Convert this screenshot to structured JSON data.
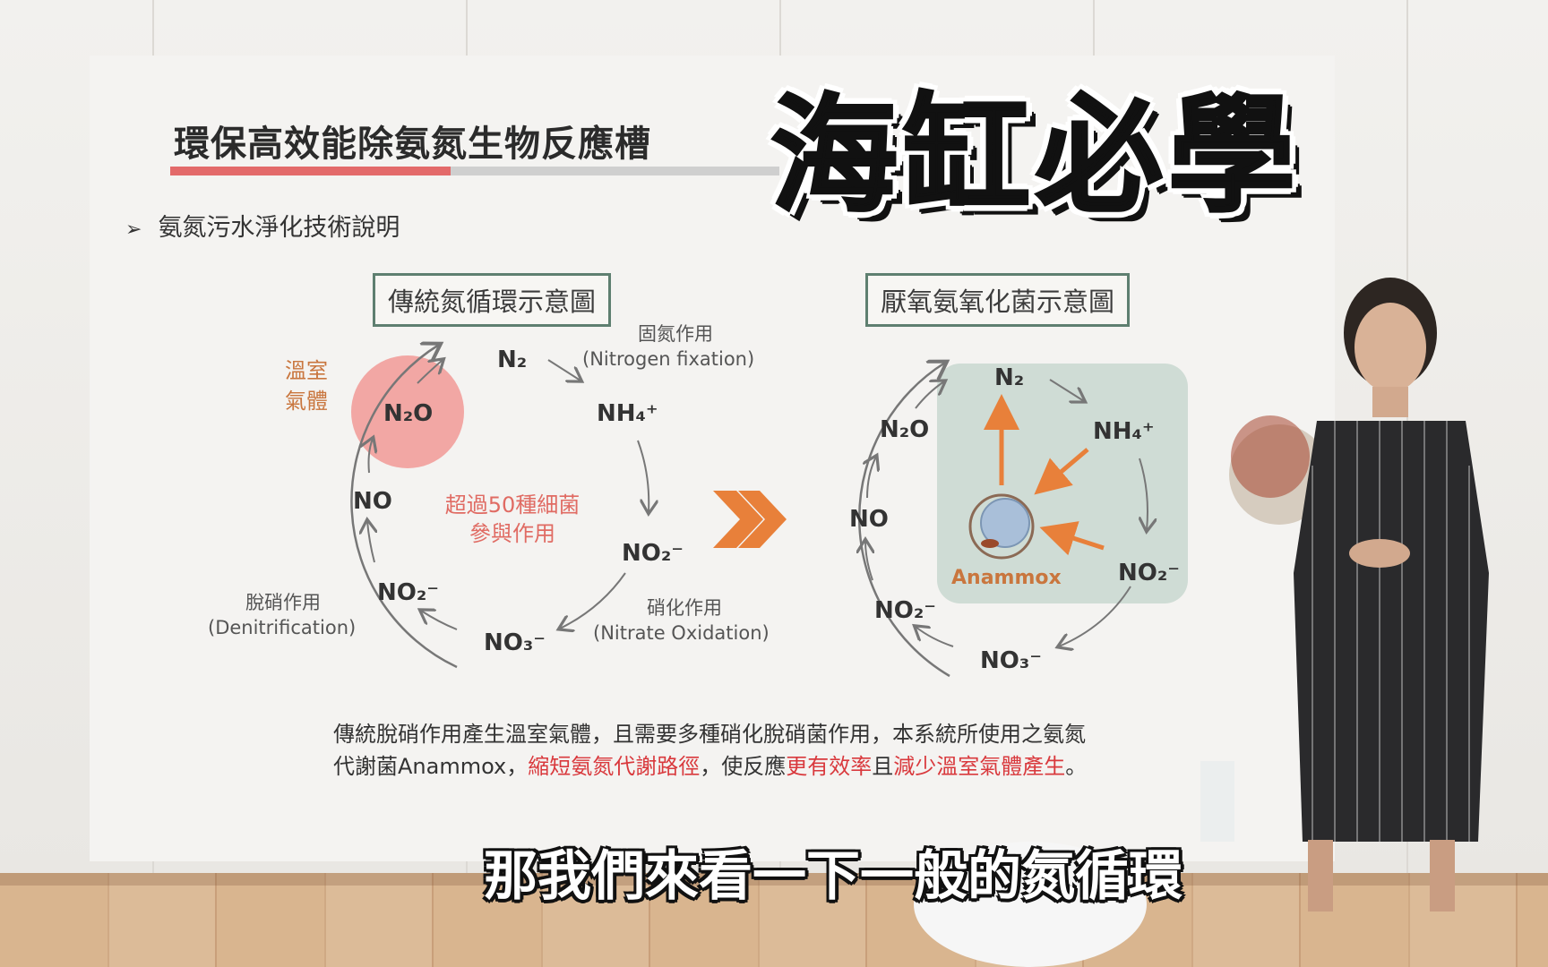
{
  "slide": {
    "title": "環保高效能除氨氮生物反應槽",
    "bullet": "氨氮污水淨化技術說明"
  },
  "overlay": {
    "title": "海缸必學",
    "subtitle": "那我們來看一下一般的氮循環"
  },
  "left_diagram": {
    "title": "傳統氮循環示意圖",
    "n2": "N₂",
    "nh4": "NH₄⁺",
    "no2_right": "NO₂⁻",
    "no3": "NO₃⁻",
    "no2_left": "NO₂⁻",
    "no": "NO",
    "n2o": "N₂O",
    "fixation_zh": "固氮作用",
    "fixation_en": "(Nitrogen fixation)",
    "nitrate_zh": "硝化作用",
    "nitrate_en": "(Nitrate Oxidation)",
    "denit_zh": "脫硝作用",
    "denit_en": "(Denitrification)",
    "greenhouse_line1": "溫室",
    "greenhouse_line2": "氣體",
    "center_line1": "超過50種細菌",
    "center_line2": "參與作用"
  },
  "right_diagram": {
    "title": "厭氧氨氧化菌示意圖",
    "n2": "N₂",
    "nh4": "NH₄⁺",
    "no2_right": "NO₂⁻",
    "no3": "NO₃⁻",
    "no2_left": "NO₂⁻",
    "no": "NO",
    "n2o": "N₂O",
    "anammox": "Anammox"
  },
  "description": {
    "line1": "傳統脫硝作用產生溫室氣體，且需要多種硝化脫硝菌作用，本系統所使用之氨氮",
    "line2_a": "代謝菌Anammox，",
    "line2_b": "縮短氨氮代謝路徑",
    "line2_c": "，使反應",
    "line2_d": "更有效率",
    "line2_e": "且",
    "line2_f": "減少溫室氣體產生",
    "line2_g": "。"
  },
  "colors": {
    "accent_red": "#d9393d",
    "arrow_orange": "#e8803a",
    "box_green": "#5e7f70",
    "anammox_bg": "#cfdcd5",
    "greenhouse_pink": "#f2a7a4"
  }
}
